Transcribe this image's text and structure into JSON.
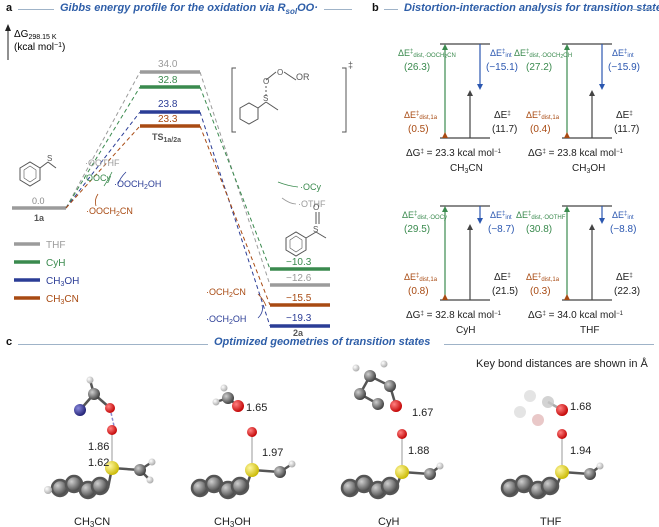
{
  "panel_a": {
    "label": "a",
    "title": "Gibbs energy profile for the oxidation via R",
    "title_sub": "sol",
    "title_tail": "OO·",
    "axis_label": "ΔG",
    "axis_sub": "298.15 K",
    "axis_unit": "(kcal mol",
    "axis_unit_sup": "−1",
    "axis_unit_close": ")",
    "reactant_label": "1a",
    "reactant_value": "0.0",
    "product_label": "2a",
    "ts_label": "TS",
    "ts_sub": "1a/2a",
    "ts_values": [
      "34.0",
      "32.8",
      "23.8",
      "23.3"
    ],
    "product_values": [
      "−10.3",
      "−12.6",
      "−15.5",
      "−19.3"
    ],
    "radical_labels": {
      "oothf": "·OOTHF",
      "oocy": "·OOCy",
      "ooch2oh": "·OOCH",
      "ooch2oh_tail": "OH",
      "ooch2cn": "·OOCH",
      "ooch2cn_tail": "CN",
      "ocy": "·OCy",
      "othf": "·OTHF",
      "och2cn": "·OCH",
      "och2cn_tail": "CN",
      "och2oh": "·OCH",
      "och2oh_tail": "OH"
    },
    "sub2": "2",
    "ts_group": "OR",
    "ts_dagger": "‡",
    "legend": [
      {
        "name": "THF",
        "color": "#9b9b9b"
      },
      {
        "name": "CyH",
        "color": "#3a8a4e"
      },
      {
        "name": "CH",
        "sub": "3",
        "tail": "OH",
        "color": "#2b3d96"
      },
      {
        "name": "CH",
        "sub": "3",
        "tail": "CN",
        "color": "#a84a12"
      }
    ],
    "colors": {
      "thf": "#9b9b9b",
      "cyh": "#3a8a4e",
      "ch3oh": "#2b3d96",
      "ch3cn": "#a84a12"
    }
  },
  "panel_b": {
    "label": "b",
    "title": "Distortion-interaction analysis for transition states",
    "delta_e": "ΔE",
    "ddagger": "‡",
    "int": "int",
    "dist_1a": "dist,1a",
    "kcal": "kcal mol",
    "kcal_sup": "−1",
    "panels": [
      {
        "solvent": "CH",
        "solvent_sub": "3",
        "solvent_tail": "CN",
        "dist_other": "dist,·OOCH",
        "dist_other_sub": "2",
        "dist_other_tail": "CN",
        "dist_val": "(26.3)",
        "int_val": "(−15.1)",
        "dist1a_val": "(0.5)",
        "total_val": "(11.7)",
        "dg_text": "ΔG",
        "dg_val": " = 23.3 kcal mol"
      },
      {
        "solvent": "CH",
        "solvent_sub": "3",
        "solvent_tail": "OH",
        "dist_other": "dist,·OOCH",
        "dist_other_sub": "2",
        "dist_other_tail": "OH",
        "dist_val": "(27.2)",
        "int_val": "(−15.9)",
        "dist1a_val": "(0.4)",
        "total_val": "(11.7)",
        "dg_text": "ΔG",
        "dg_val": " = 23.8 kcal mol"
      },
      {
        "solvent": "CyH",
        "solvent_sub": "",
        "solvent_tail": "",
        "dist_other": "dist,·OOCy",
        "dist_other_sub": "",
        "dist_other_tail": "",
        "dist_val": "(29.5)",
        "int_val": "(−8.7)",
        "dist1a_val": "(0.8)",
        "total_val": "(21.5)",
        "dg_text": "ΔG",
        "dg_val": " = 32.8 kcal mol"
      },
      {
        "solvent": "THF",
        "solvent_sub": "",
        "solvent_tail": "",
        "dist_other": "dist,·OOTHF",
        "dist_other_sub": "",
        "dist_other_tail": "",
        "dist_val": "(30.8)",
        "int_val": "(−8.8)",
        "dist1a_val": "(0.3)",
        "total_val": "(22.3)",
        "dg_text": "ΔG",
        "dg_val": " = 34.0 kcal mol"
      }
    ],
    "colors": {
      "green": "#3a8a4e",
      "blue": "#2b57b0",
      "brown": "#a84a12"
    }
  },
  "panel_c": {
    "label": "c",
    "title": "Optimized geometries of transition states",
    "note": "Key bond distances are shown in Å",
    "structures": [
      {
        "name": "CH",
        "sub": "3",
        "tail": "CN",
        "d1": "1.62",
        "d2": "1.86"
      },
      {
        "name": "CH",
        "sub": "3",
        "tail": "OH",
        "d1": "1.65",
        "d2": "1.97"
      },
      {
        "name": "CyH",
        "sub": "",
        "tail": "",
        "d1": "1.67",
        "d2": "1.88"
      },
      {
        "name": "THF",
        "sub": "",
        "tail": "",
        "d1": "1.68",
        "d2": "1.94"
      }
    ]
  }
}
